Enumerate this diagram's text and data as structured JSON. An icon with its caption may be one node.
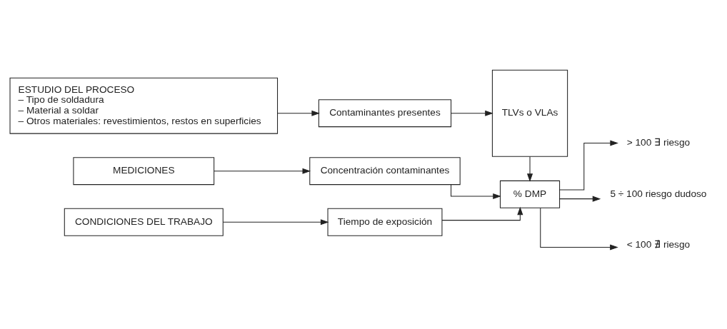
{
  "diagram": {
    "nodes": [
      {
        "text": [
          "ESTUDIO DEL PROCESO",
          "– Tipo de soldadura",
          "– Material a soldar",
          "– Otros materiales: revestimientos, restos en superficies"
        ]
      },
      {
        "text": [
          "Contaminantes presentes"
        ]
      },
      {
        "text": [
          "TLVs o VLAs"
        ]
      },
      {
        "text": [
          "MEDICIONES"
        ]
      },
      {
        "text": [
          "Concentración contaminantes"
        ]
      },
      {
        "text": [
          "% DMP"
        ]
      },
      {
        "text": [
          "CONDICIONES DEL TRABAJO"
        ]
      },
      {
        "text": [
          "Tiempo de exposición"
        ]
      },
      {
        "text": [
          "> 100 ∃ riesgo"
        ]
      },
      {
        "text": [
          "5 ÷ 100 riesgo dudoso"
        ]
      },
      {
        "text": [
          "< 100 ∄ riesgo"
        ]
      }
    ],
    "edges": [
      {
        "from": 0,
        "to": 1,
        "arrow": "to"
      },
      {
        "from": 1,
        "to": 2,
        "arrow": "to"
      },
      {
        "from": 2,
        "to": 5,
        "arrow": "to"
      },
      {
        "from": 3,
        "to": 4,
        "arrow": "to"
      },
      {
        "from": 4,
        "to": 5,
        "arrow": "to"
      },
      {
        "from": 6,
        "to": 7,
        "arrow": "to"
      },
      {
        "from": 7,
        "to": 5,
        "arrow": "to"
      },
      {
        "from": 5,
        "to": 8,
        "arrow": "to"
      },
      {
        "from": 5,
        "to": 9,
        "arrow": "to"
      },
      {
        "from": 5,
        "to": 10,
        "arrow": "to"
      }
    ]
  }
}
